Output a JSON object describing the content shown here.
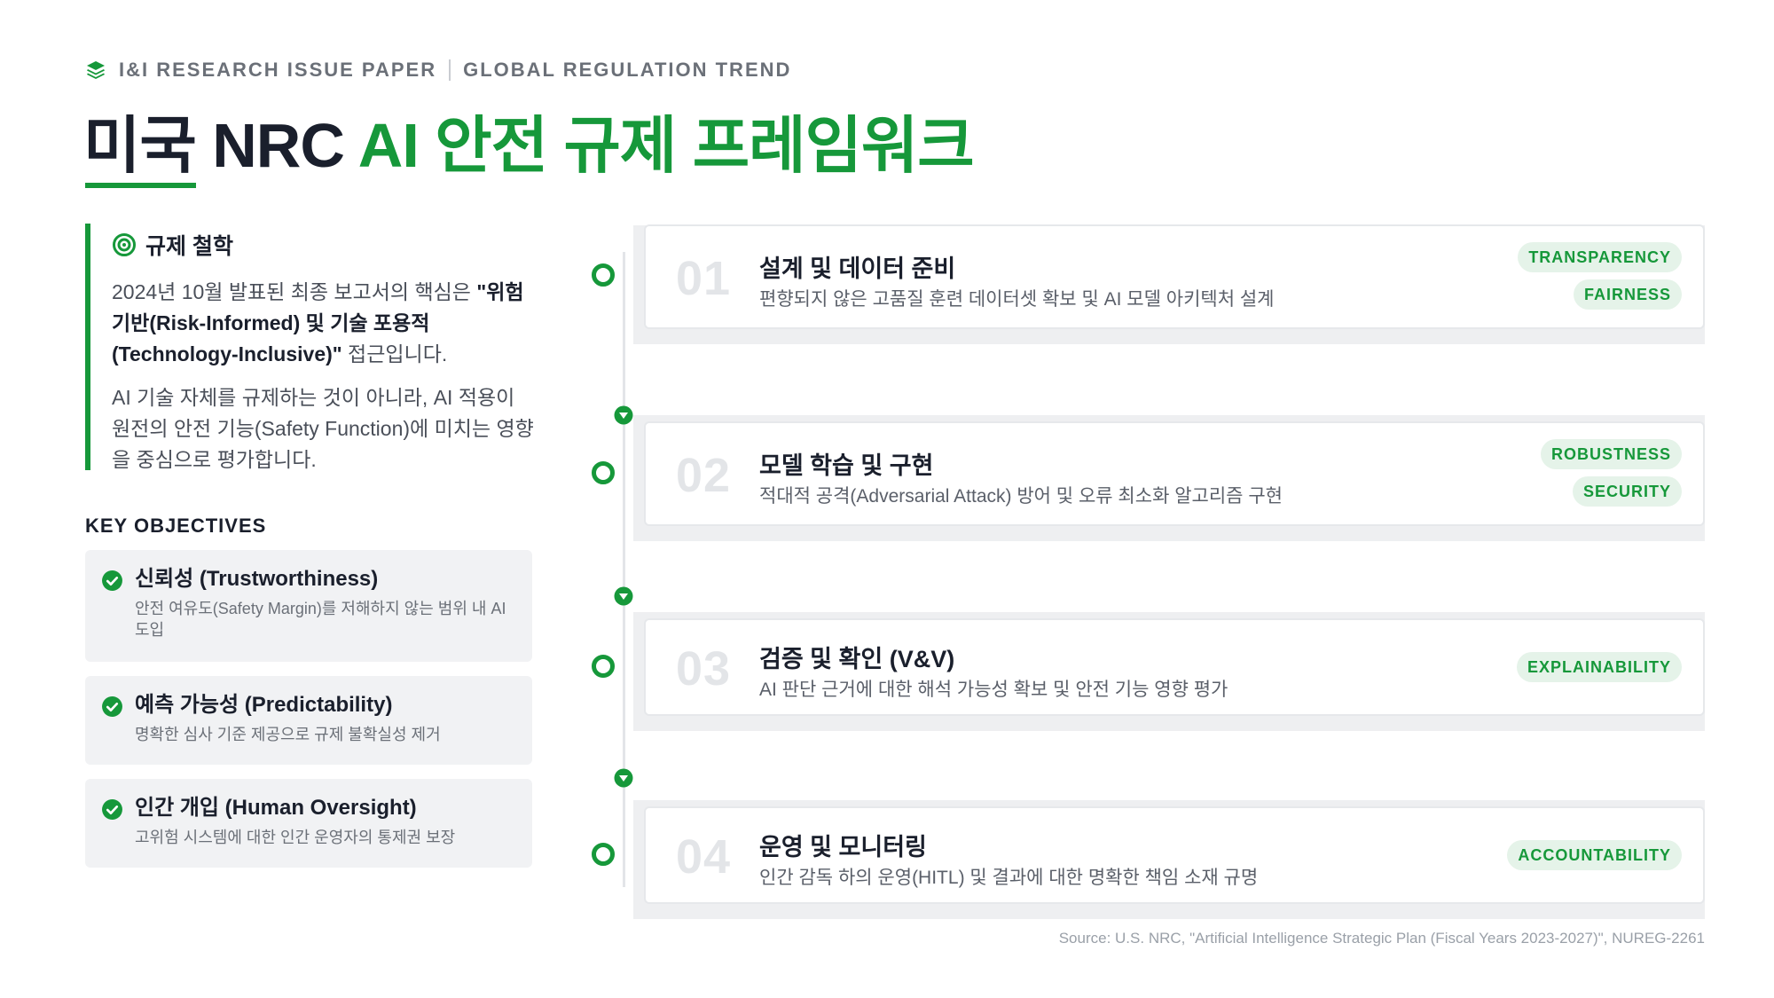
{
  "header": {
    "icon": "layers-icon",
    "left_label": "I&I RESEARCH ISSUE PAPER",
    "right_label": "GLOBAL REGULATION TREND",
    "title_prefix": "미국 NRC ",
    "title_accent": "AI 안전 규제 프레임워크",
    "accent_color": "#16983a"
  },
  "philosophy": {
    "icon": "target-icon",
    "title": "규제 철학",
    "p1_before": "2024년 10월 발표된 최종 보고서의 핵심은 ",
    "p1_bold": "\"위험 기반(Risk-Informed) 및 기술 포용적 (Technology-Inclusive)\"",
    "p1_after": " 접근입니다.",
    "p2": "AI 기술 자체를 규제하는 것이 아니라, AI 적용이 원전의 안전 기능(Safety Function)에 미치는 영향을 중심으로 평가합니다."
  },
  "objectives": {
    "heading": "KEY OBJECTIVES",
    "items": [
      {
        "icon": "check-circle-icon",
        "title": "신뢰성 (Trustworthiness)",
        "desc": "안전 여유도(Safety Margin)를 저해하지 않는 범위 내 AI 도입"
      },
      {
        "icon": "check-circle-icon",
        "title": "예측 가능성 (Predictability)",
        "desc": "명확한 심사 기준 제공으로 규제 불확실성 제거"
      },
      {
        "icon": "check-circle-icon",
        "title": "인간 개입 (Human Oversight)",
        "desc": "고위험 시스템에 대한 인간 운영자의 통제권 보장"
      }
    ]
  },
  "steps": [
    {
      "num": "01",
      "title": "설계 및 데이터 준비",
      "desc": "편향되지 않은 고품질 훈련 데이터셋 확보 및 AI 모델 아키텍처 설계",
      "tags": [
        "TRANSPARENCY",
        "FAIRNESS"
      ]
    },
    {
      "num": "02",
      "title": "모델 학습 및 구현",
      "desc": "적대적 공격(Adversarial Attack) 방어 및 오류 최소화 알고리즘 구현",
      "tags": [
        "ROBUSTNESS",
        "SECURITY"
      ]
    },
    {
      "num": "03",
      "title": "검증 및 확인 (V&V)",
      "desc": "AI 판단 근거에 대한 해석 가능성 확보 및 안전 기능 영향 평가",
      "tags": [
        "EXPLAINABILITY"
      ]
    },
    {
      "num": "04",
      "title": "운영 및 모니터링",
      "desc": "인간 감독 하의 운영(HITL) 및 결과에 대한 명확한 책임 소재 규명",
      "tags": [
        "ACCOUNTABILITY"
      ]
    }
  ],
  "timeline_icons": {
    "node": "circle-node-icon",
    "arrow": "arrow-down-circle-icon"
  },
  "source": "Source: U.S. NRC, \"Artificial Intelligence Strategic Plan (Fiscal Years 2023-2027)\", NUREG-2261"
}
